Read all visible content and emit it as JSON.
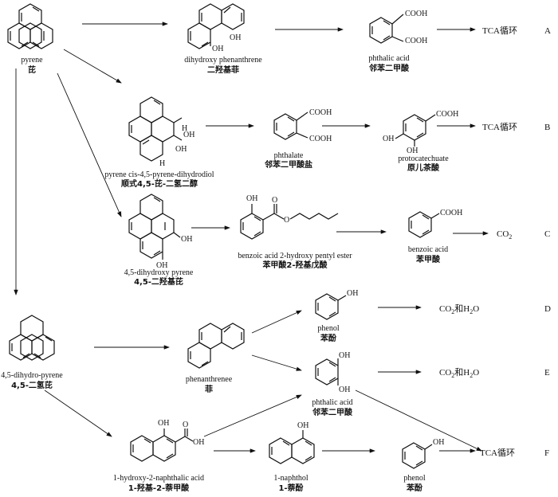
{
  "compounds": {
    "pyrene": {
      "en": "pyrene",
      "zh": "芘"
    },
    "dihydroxy_phenanthrene": {
      "en": "dihydroxy phenanthrene",
      "zh": "二羟基菲"
    },
    "phthalic_acid_a": {
      "en": "phthalic acid",
      "zh": "邻苯二甲酸"
    },
    "pyrene_diol": {
      "en": "pyrene cis-4,5-pyrene-dihydrodiol",
      "zh": "顺式4,5-芘-二氢二醇"
    },
    "phthalate": {
      "en": "phthalate",
      "zh": "邻苯二甲酸盐"
    },
    "protocatechuate": {
      "en": "protocatechuate",
      "zh": "原儿茶酸"
    },
    "dihydroxy_pyrene": {
      "en": "4,5-dihydroxy pyrene",
      "zh": "4,5-二羟基芘"
    },
    "benzoic_ester": {
      "en": "benzoic acid 2-hydroxy pentyl ester",
      "zh": "苯甲酸2-羟基戊酸"
    },
    "benzoic_acid": {
      "en": "benzoic acid",
      "zh": "苯甲酸"
    },
    "dihydro_pyrene": {
      "en": "4,5-dihydro-pyrene",
      "zh": "4,5-二氢芘"
    },
    "phenanthrene": {
      "en": "phenanthrenee",
      "zh": "菲"
    },
    "phenol_d": {
      "en": "phenol",
      "zh": "苯酚"
    },
    "phthalic_acid_e": {
      "en": "phthalic acid",
      "zh": "邻苯二甲酸"
    },
    "naphthalic_acid": {
      "en": "1-hydroxy-2-naphthalic acid",
      "zh": "1-羟基-2-萘甲酸"
    },
    "naphthol": {
      "en": "1-naphthol",
      "zh": "1-萘酚"
    },
    "phenol_f": {
      "en": "phenol",
      "zh": "苯酚"
    }
  },
  "products": {
    "tca": "TCA循环",
    "co2": "CO",
    "co2_sub": "2",
    "co2h2o_pre": "CO",
    "co2h2o_mid": "和H",
    "co2h2o_end": "O",
    "sub2": "2"
  },
  "groups": {
    "oh": "OH",
    "cooh": "COOH",
    "h": "H",
    "o": "O",
    "ester_o": "O"
  },
  "rows": [
    "A",
    "B",
    "C",
    "D",
    "E",
    "F"
  ]
}
